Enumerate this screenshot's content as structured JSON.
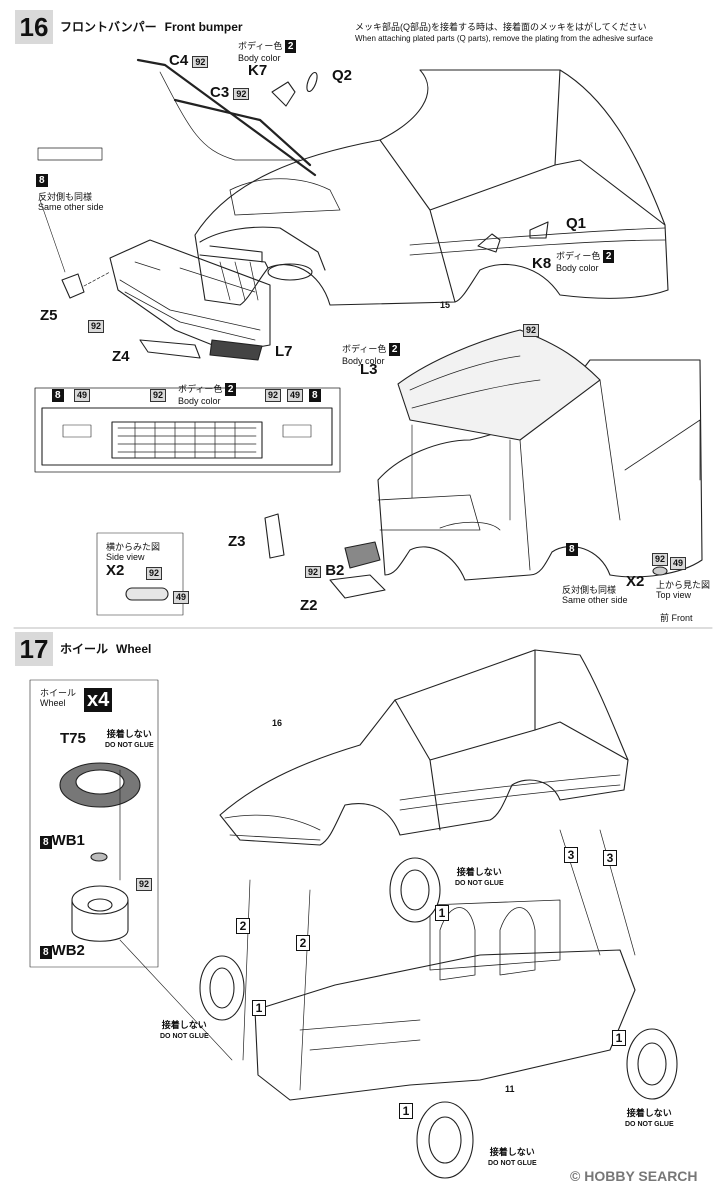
{
  "step16": {
    "number": "16",
    "title_jp": "フロントバンパー",
    "title_en": "Front bumper",
    "note_jp": "メッキ部品(Q部品)を接着する時は、接着面のメッキをはがしてください",
    "note_en": "When attaching plated parts (Q parts), remove the plating from the adhesive surface",
    "parts": {
      "c4": "C4",
      "c3": "C3",
      "k7": "K7",
      "q2": "Q2",
      "q1": "Q1",
      "k8": "K8",
      "z5": "Z5",
      "z4": "Z4",
      "l7": "L7",
      "l3": "L3",
      "z3": "Z3",
      "z2": "Z2",
      "b2": "B2",
      "x2": "X2"
    },
    "color_refs": {
      "r92": "92",
      "r8": "8",
      "r49": "49",
      "r2": "2"
    },
    "body_color_jp": "ボディー色",
    "body_color_en": "Body color",
    "same_other_side_jp": "反対側も同様",
    "same_other_side_en": "Same other side",
    "step_ref_15": "15",
    "side_view_jp": "横からみた図",
    "side_view_en": "Side view",
    "top_view_jp": "上から見た図",
    "top_view_en": "Top view",
    "front_jp": "前",
    "front_en": "Front"
  },
  "step17": {
    "number": "17",
    "title_jp": "ホイール",
    "title_en": "Wheel",
    "wheel_jp": "ホイール",
    "wheel_en": "Wheel",
    "qty": "x4",
    "t75": "T75",
    "wb1": "WB1",
    "wb2": "WB2",
    "do_not_glue_jp": "接着しない",
    "do_not_glue_en": "DO NOT GLUE",
    "ref_16": "16",
    "ref_11": "11",
    "ref_1": "1",
    "ref_2": "2",
    "ref_3": "3",
    "r92": "92",
    "r8": "8"
  },
  "watermark": "HOBBY SEARCH"
}
